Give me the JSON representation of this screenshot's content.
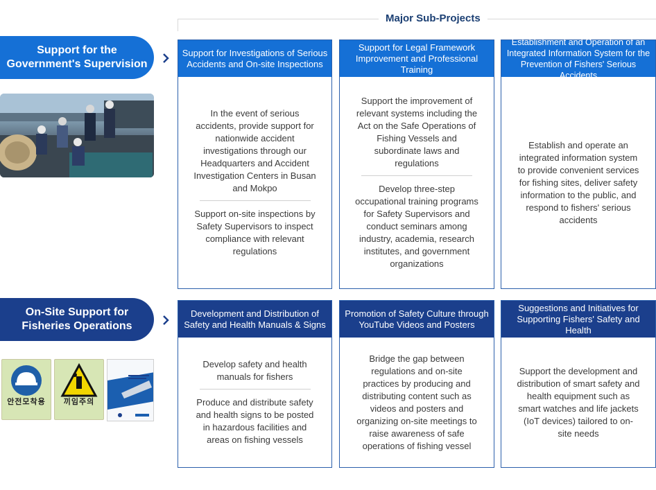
{
  "header": {
    "title": "Major Sub-Projects"
  },
  "rows": [
    {
      "category": "Support for the Government's Supervision",
      "boxes": [
        {
          "title": "Support for Investigations of Serious Accidents and On-site Inspections",
          "paras": [
            "In the event of serious accidents, provide support for nationwide accident investigations through our Headquarters and Accident Investigation Centers in Busan and Mokpo",
            "Support on-site inspections by Safety Supervisors to inspect compliance with relevant regulations"
          ]
        },
        {
          "title": "Support for Legal Framework Improvement and Professional Training",
          "paras": [
            "Support the improvement of relevant systems including the Act on the Safe Operations of Fishing Vessels and subordinate laws and regulations",
            "Develop  three-step occupational training programs for Safety Supervisors and conduct seminars among industry, academia, research institutes, and government organizations"
          ]
        },
        {
          "title": "Establishment and Operation of an Integrated Information System for the Prevention of Fishers' Serious Accidents",
          "paras": [
            "Establish and operate an integrated information system to provide convenient services for fishing sites, deliver safety information to the public, and respond to fishers' serious accidents"
          ]
        }
      ]
    },
    {
      "category": "On-Site Support for Fisheries Operations",
      "boxes": [
        {
          "title": "Development and Distribution of Safety and Health Manuals & Signs",
          "paras": [
            "Develop safety and health manuals for fishers",
            "Produce and distribute safety and health signs to be posted in hazardous facilities and areas on fishing vessels"
          ]
        },
        {
          "title": "Promotion of Safety Culture through YouTube Videos and Posters",
          "paras": [
            "Bridge the gap between regulations and on-site practices by producing and distributing content such as videos and posters and organizing  on-site meetings to raise awareness of safe operations of fishing vessel"
          ]
        },
        {
          "title": "Suggestions and Initiatives for Supporting Fishers' Safety and Health",
          "paras": [
            "Support the development and distribution of smart safety and health equipment such as smart watches and life jackets (IoT devices) tailored to on-site needs"
          ]
        }
      ]
    }
  ],
  "signs": {
    "helmet_caption": "안전모착용",
    "pinch_caption": "끼임주의"
  },
  "colors": {
    "blue": "#1570d6",
    "navy": "#1b3f8c",
    "border": "#2b5fab"
  }
}
